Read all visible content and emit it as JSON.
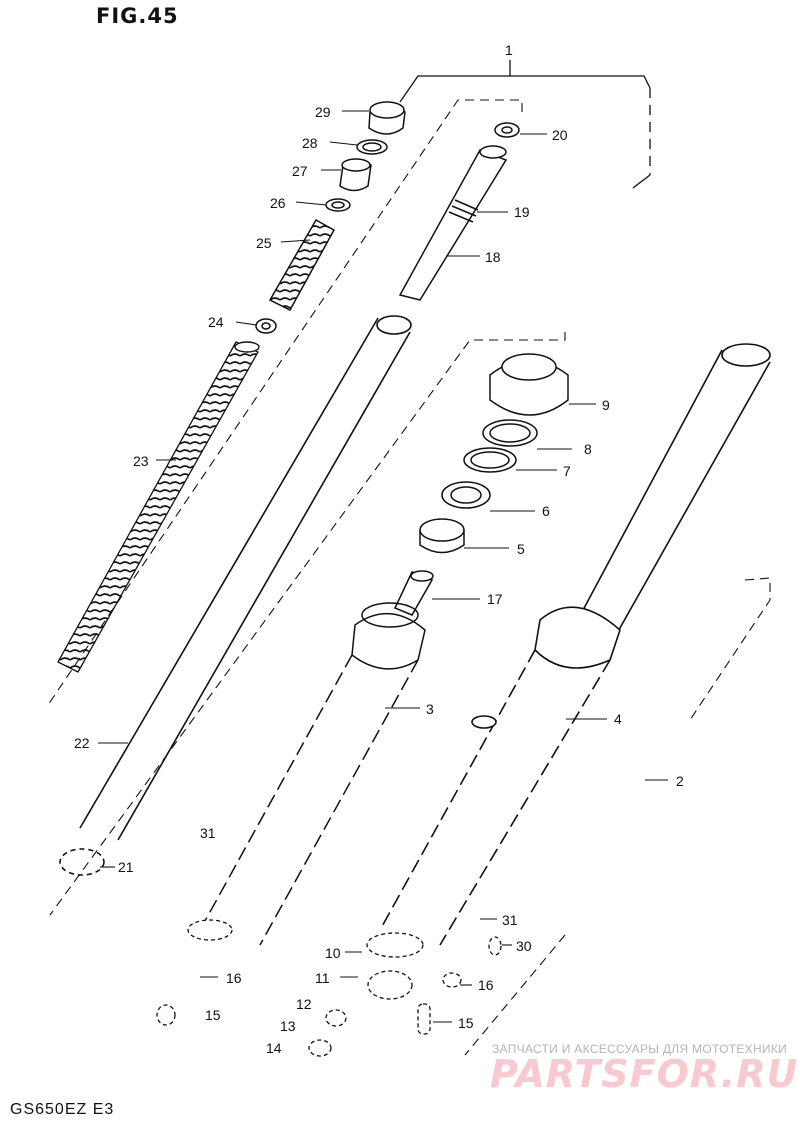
{
  "figure": {
    "title": "FIG.45",
    "model_code": "GS650EZ E3"
  },
  "watermark": {
    "caption": "ЗАПЧАСТИ И АКСЕССУАРЫ ДЛЯ МОТОТЕХНИКИ",
    "logo": "PARTSFOR.RU",
    "logo_color": "#f8c9ce"
  },
  "callouts": [
    "1",
    "29",
    "28",
    "27",
    "26",
    "25",
    "24",
    "23",
    "22",
    "21",
    "20",
    "19",
    "18",
    "9",
    "8",
    "7",
    "6",
    "5",
    "17",
    "3",
    "4",
    "2",
    "31",
    "31",
    "30",
    "10",
    "11",
    "16",
    "16",
    "12",
    "13",
    "14",
    "15",
    "15"
  ],
  "colors": {
    "ink": "#111111",
    "paper": "#ffffff"
  }
}
